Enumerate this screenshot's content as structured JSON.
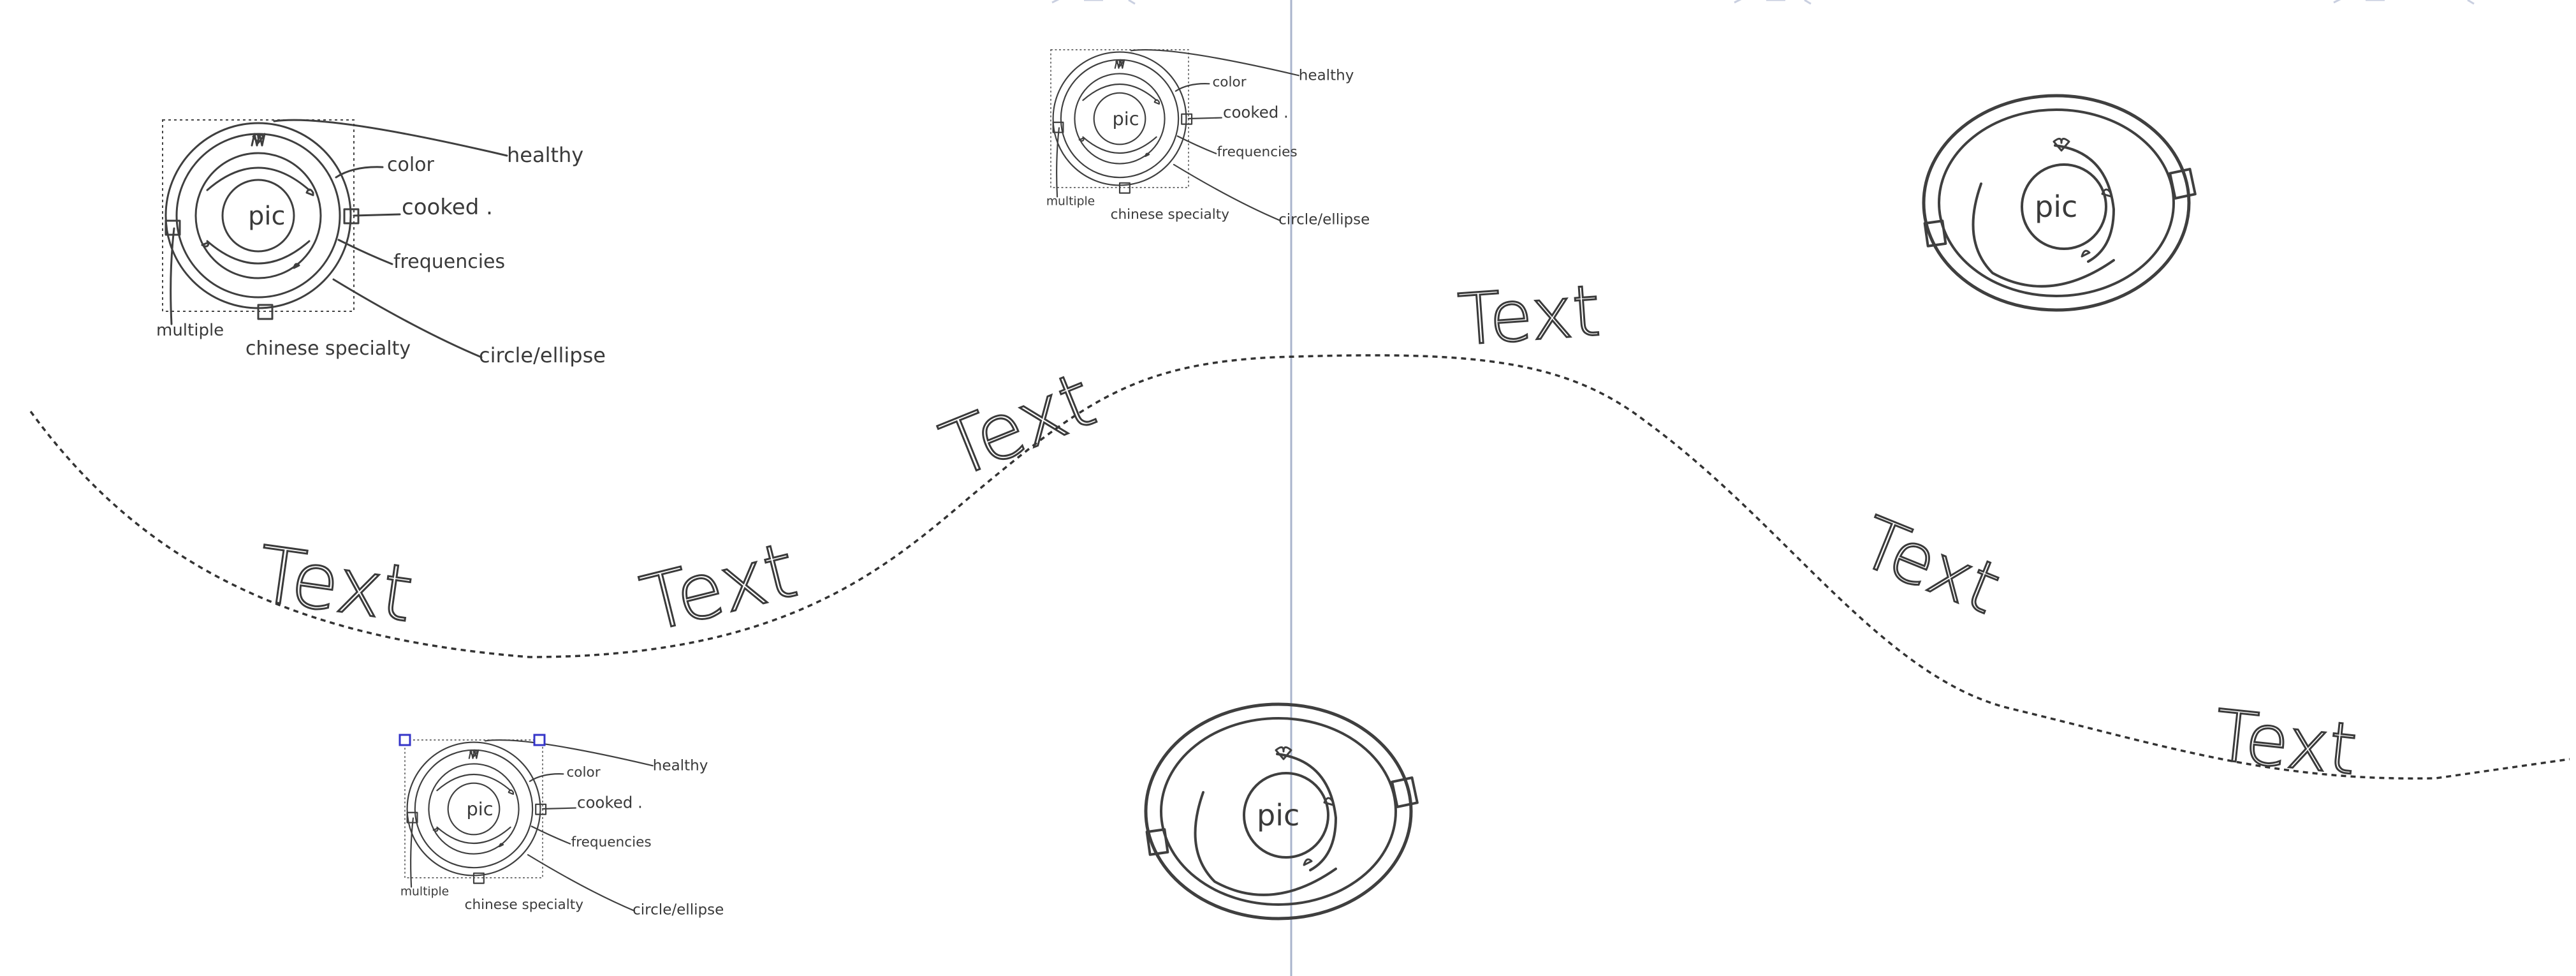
{
  "canvas": {
    "background": "#ffffff",
    "ink_color": "#3f3f3f",
    "guide_color": "#aab4cc",
    "selection_color": "#3535c8"
  },
  "sketch": {
    "center_label": "pic",
    "labels": {
      "healthy": "healthy",
      "color": "color",
      "cooked": "cooked .",
      "frequencies": "frequencies",
      "circle": "circle/ellipse",
      "specialty": "chinese specialty",
      "multiple": "multiple"
    }
  },
  "plate": {
    "center_label": "pic"
  },
  "path_texts": [
    "Text",
    "Text",
    "Text",
    "Text",
    "Text",
    "Text"
  ]
}
